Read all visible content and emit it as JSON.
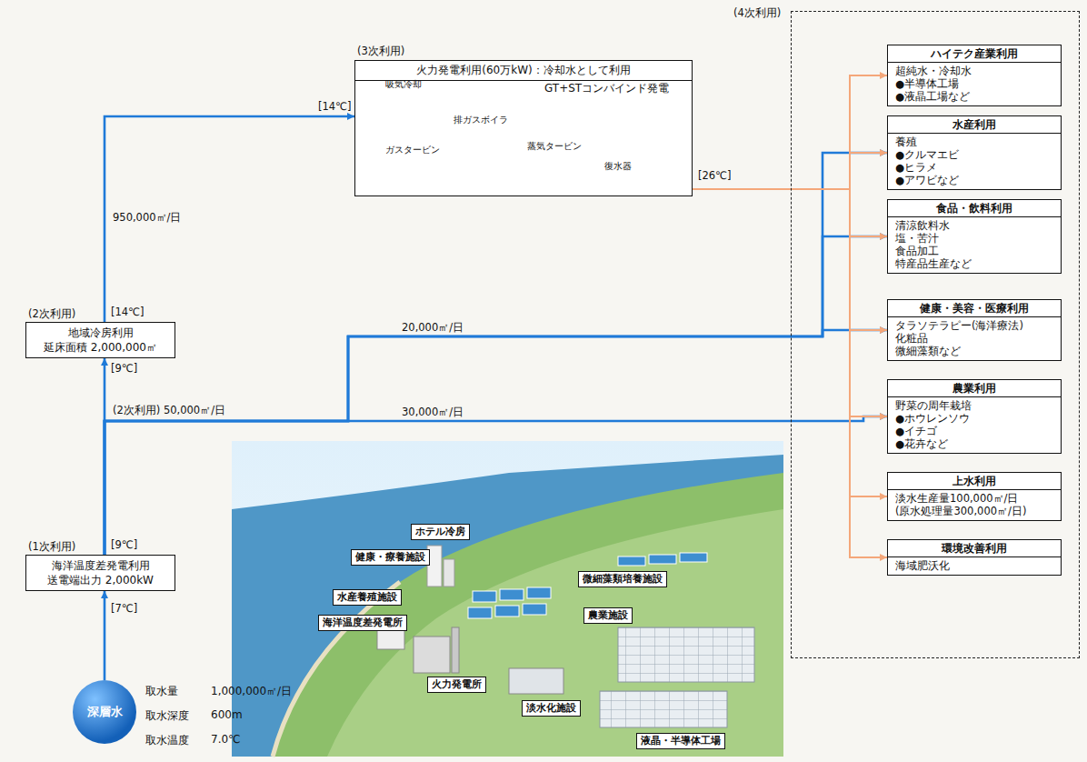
{
  "diagram": {
    "nodes": [
      {
        "text": [
          "深層水"
        ]
      },
      {
        "text": [
          "(1次利用)",
          "海洋温度差発電利用",
          "送電端出力 2,000kW"
        ]
      },
      {
        "text": [
          "(2次利用)",
          "地域冷房利用",
          "延床面積 2,000,000㎡"
        ]
      },
      {
        "text": [
          "(3次利用)",
          "火力発電利用(60万kW)：冷却水として利用",
          "GT+STコンバインド発電"
        ]
      },
      {
        "text": [
          "(4次利用)"
        ]
      },
      {
        "text": [
          "ハイテク産業利用",
          "超純水・冷却水",
          "●半導体工場",
          "●液晶工場など"
        ],
        "in": 4
      },
      {
        "text": [
          "水産利用",
          "養殖",
          "●クルマエビ",
          "●ヒラメ",
          "●アワビなど"
        ],
        "in": 4
      },
      {
        "text": [
          "食品・飲料利用",
          "清涼飲料水",
          "塩・苦汁",
          "食品加工",
          "特産品生産など"
        ],
        "in": 4
      },
      {
        "text": [
          "健康・美容・医療利用",
          "タラソテラピー(海洋療法)",
          "化粧品",
          "微細藻類など"
        ],
        "in": 4
      },
      {
        "text": [
          "農業利用",
          "野菜の周年栽培",
          "●ホウレンソウ",
          "●イチゴ",
          "●花卉など"
        ],
        "in": 4
      },
      {
        "text": [
          "上水利用",
          "淡水生産量100,000㎡/日",
          "(原水処理量300,000㎡/日)"
        ],
        "in": 4
      },
      {
        "text": [
          "環境改善利用",
          "海域肥沃化"
        ],
        "in": 4
      },
      {
        "text": [
          "ホテル冷房"
        ]
      },
      {
        "text": [
          "健康・療養施設"
        ]
      },
      {
        "text": [
          "微細藻類培養施設"
        ]
      },
      {
        "text": [
          "水産養殖施設"
        ]
      },
      {
        "text": [
          "農業施設"
        ]
      },
      {
        "text": [
          "海洋温度差発電所"
        ]
      },
      {
        "text": [
          "火力発電所"
        ]
      },
      {
        "text": [
          "淡水化施設"
        ]
      },
      {
        "text": [
          "液晶・半導体工場"
        ]
      }
    ],
    "edges": [
      {
        "from": 0,
        "to": 1,
        "arrow": "to"
      },
      {
        "from": 1,
        "to": 2,
        "arrow": "to"
      },
      {
        "from": 2,
        "to": 3,
        "arrow": "to",
        "label": "950,000㎡/日"
      },
      {
        "from": 1,
        "to": 9,
        "arrow": "to",
        "label": "30,000㎡/日"
      },
      {
        "from": 1,
        "to": 6,
        "arrow": "to",
        "label": "20,000㎡/日"
      },
      {
        "from": 1,
        "to": 7,
        "arrow": "to"
      },
      {
        "from": 1,
        "to": 8,
        "arrow": "to"
      },
      {
        "from": 3,
        "to": 5,
        "arrow": "to"
      },
      {
        "from": 3,
        "to": 6,
        "arrow": "to"
      },
      {
        "from": 3,
        "to": 7,
        "arrow": "to"
      },
      {
        "from": 3,
        "to": 8,
        "arrow": "to"
      },
      {
        "from": 3,
        "to": 9,
        "arrow": "to"
      },
      {
        "from": 3,
        "to": 10,
        "arrow": "to"
      },
      {
        "from": 3,
        "to": 11,
        "arrow": "to"
      }
    ],
    "labels": [
      "[7℃]",
      "[9℃]",
      "[9℃]",
      "[14℃]",
      "[14℃]",
      "[26℃]",
      "(2次利用) 50,000㎡/日",
      "吸気冷却",
      "ガスタービン",
      "排ガスボイラ",
      "蒸気タービン",
      "復水器",
      "取水量",
      "1,000,000㎡/日",
      "取水深度",
      "600m",
      "取水温度",
      "7.0℃"
    ]
  }
}
